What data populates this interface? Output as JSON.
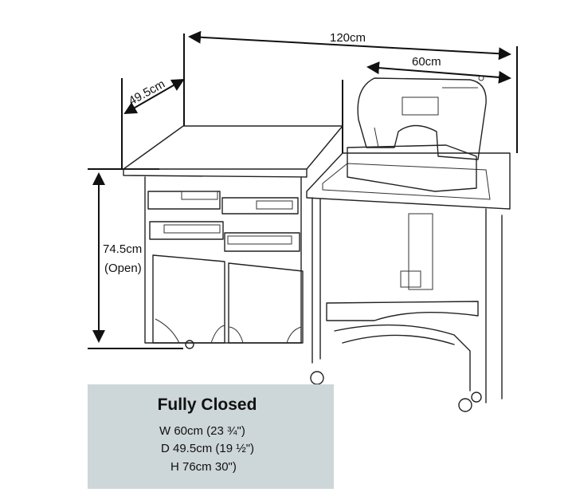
{
  "dimensions": {
    "width_total": "120cm",
    "width_machine_side": "60cm",
    "depth": "49.5cm",
    "height_value": "74.5cm",
    "height_note": "(Open)"
  },
  "closed_info": {
    "title": "Fully Closed",
    "width": "W 60cm (23 ¾\")",
    "depth": "D 49.5cm (19 ½\")",
    "height": "H 76cm 30\")"
  },
  "colors": {
    "info_box": "#cdd6d8",
    "line": "#222222"
  }
}
